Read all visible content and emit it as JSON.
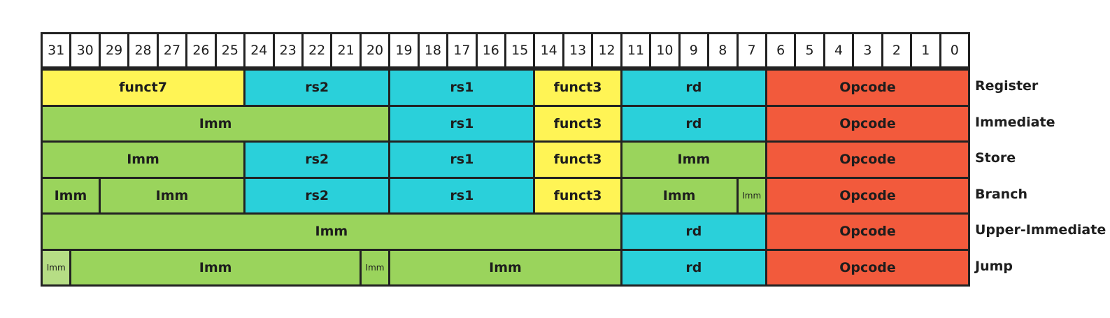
{
  "bits": [
    "31",
    "30",
    "29",
    "28",
    "27",
    "26",
    "25",
    "24",
    "23",
    "22",
    "21",
    "20",
    "19",
    "18",
    "17",
    "16",
    "15",
    "14",
    "13",
    "12",
    "11",
    "10",
    "9",
    "8",
    "7",
    "6",
    "5",
    "4",
    "3",
    "2",
    "1",
    "0"
  ],
  "colors": {
    "funct7": "#fff455",
    "funct3": "#fff455",
    "register": "#2ad0da",
    "immediate": "#9ad45c",
    "immediate_light": "#b6dd85",
    "opcode": "#f25a3c"
  },
  "rows": [
    {
      "label": "Register",
      "fields": [
        {
          "text": "funct7",
          "hi": 31,
          "lo": 25,
          "kind": "funct7"
        },
        {
          "text": "rs2",
          "hi": 24,
          "lo": 20,
          "kind": "register"
        },
        {
          "text": "rs1",
          "hi": 19,
          "lo": 15,
          "kind": "register"
        },
        {
          "text": "funct3",
          "hi": 14,
          "lo": 12,
          "kind": "funct3"
        },
        {
          "text": "rd",
          "hi": 11,
          "lo": 7,
          "kind": "register"
        },
        {
          "text": "Opcode",
          "hi": 6,
          "lo": 0,
          "kind": "opcode"
        }
      ]
    },
    {
      "label": "Immediate",
      "fields": [
        {
          "text": "Imm",
          "hi": 31,
          "lo": 20,
          "kind": "immediate"
        },
        {
          "text": "rs1",
          "hi": 19,
          "lo": 15,
          "kind": "register"
        },
        {
          "text": "funct3",
          "hi": 14,
          "lo": 12,
          "kind": "funct3"
        },
        {
          "text": "rd",
          "hi": 11,
          "lo": 7,
          "kind": "register"
        },
        {
          "text": "Opcode",
          "hi": 6,
          "lo": 0,
          "kind": "opcode"
        }
      ]
    },
    {
      "label": "Store",
      "fields": [
        {
          "text": "Imm",
          "hi": 31,
          "lo": 25,
          "kind": "immediate"
        },
        {
          "text": "rs2",
          "hi": 24,
          "lo": 20,
          "kind": "register"
        },
        {
          "text": "rs1",
          "hi": 19,
          "lo": 15,
          "kind": "register"
        },
        {
          "text": "funct3",
          "hi": 14,
          "lo": 12,
          "kind": "funct3"
        },
        {
          "text": "Imm",
          "hi": 11,
          "lo": 7,
          "kind": "immediate"
        },
        {
          "text": "Opcode",
          "hi": 6,
          "lo": 0,
          "kind": "opcode"
        }
      ]
    },
    {
      "label": "Branch",
      "fields": [
        {
          "text": "Imm",
          "hi": 31,
          "lo": 30,
          "kind": "immediate"
        },
        {
          "text": "Imm",
          "hi": 29,
          "lo": 25,
          "kind": "immediate"
        },
        {
          "text": "rs2",
          "hi": 24,
          "lo": 20,
          "kind": "register"
        },
        {
          "text": "rs1",
          "hi": 19,
          "lo": 15,
          "kind": "register"
        },
        {
          "text": "funct3",
          "hi": 14,
          "lo": 12,
          "kind": "funct3"
        },
        {
          "text": "Imm",
          "hi": 11,
          "lo": 8,
          "kind": "immediate"
        },
        {
          "text": "Imm",
          "hi": 7,
          "lo": 7,
          "kind": "immediate",
          "small": true
        },
        {
          "text": "Opcode",
          "hi": 6,
          "lo": 0,
          "kind": "opcode"
        }
      ]
    },
    {
      "label": "Upper-Immediate",
      "fields": [
        {
          "text": "Imm",
          "hi": 31,
          "lo": 12,
          "kind": "immediate"
        },
        {
          "text": "rd",
          "hi": 11,
          "lo": 7,
          "kind": "register"
        },
        {
          "text": "Opcode",
          "hi": 6,
          "lo": 0,
          "kind": "opcode"
        }
      ]
    },
    {
      "label": "Jump",
      "fields": [
        {
          "text": "Imm",
          "hi": 31,
          "lo": 31,
          "kind": "immediate_light",
          "small": true
        },
        {
          "text": "Imm",
          "hi": 30,
          "lo": 21,
          "kind": "immediate"
        },
        {
          "text": "Imm",
          "hi": 20,
          "lo": 20,
          "kind": "immediate",
          "small": true
        },
        {
          "text": "Imm",
          "hi": 19,
          "lo": 12,
          "kind": "immediate"
        },
        {
          "text": "rd",
          "hi": 11,
          "lo": 7,
          "kind": "register"
        },
        {
          "text": "Opcode",
          "hi": 6,
          "lo": 0,
          "kind": "opcode"
        }
      ]
    }
  ]
}
